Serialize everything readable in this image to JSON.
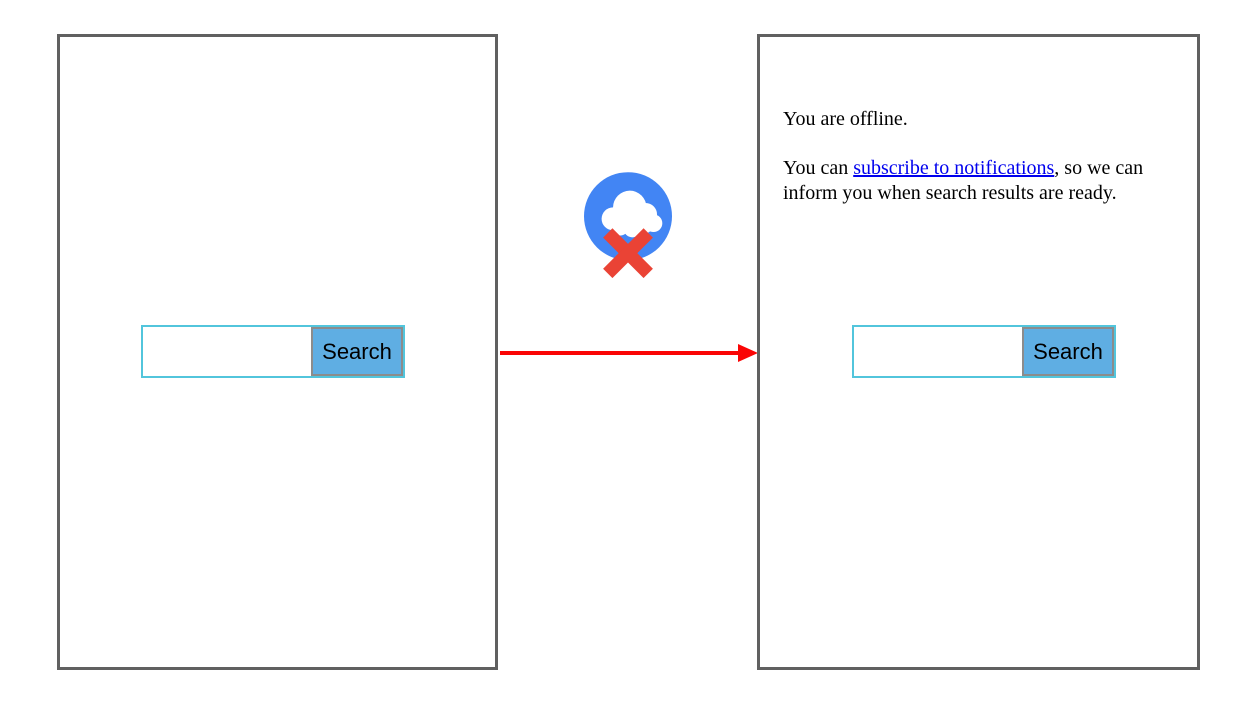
{
  "left_browser": {
    "search": {
      "input_value": "",
      "button_label": "Search"
    }
  },
  "right_browser": {
    "offline_message": "You are offline.",
    "subscribe_sentence": {
      "prefix": "You can ",
      "link_text": "subscribe to notifications",
      "suffix": ", so we can inform you when search results are ready."
    },
    "search": {
      "input_value": "",
      "button_label": "Search"
    }
  },
  "icons": {
    "offline_icon": "cloud-offline-icon",
    "arrow_icon": "right-arrow-icon"
  },
  "colors": {
    "frame_border": "#606060",
    "search_input_border": "#52c5dc",
    "search_button_background": "#5faee3",
    "search_button_border": "#8c8c8c",
    "arrow_red": "#fa0505",
    "icon_circle_blue": "#4285f4",
    "icon_x_red": "#ea4335",
    "link_blue": "#0000ee",
    "text_black": "#000000"
  }
}
